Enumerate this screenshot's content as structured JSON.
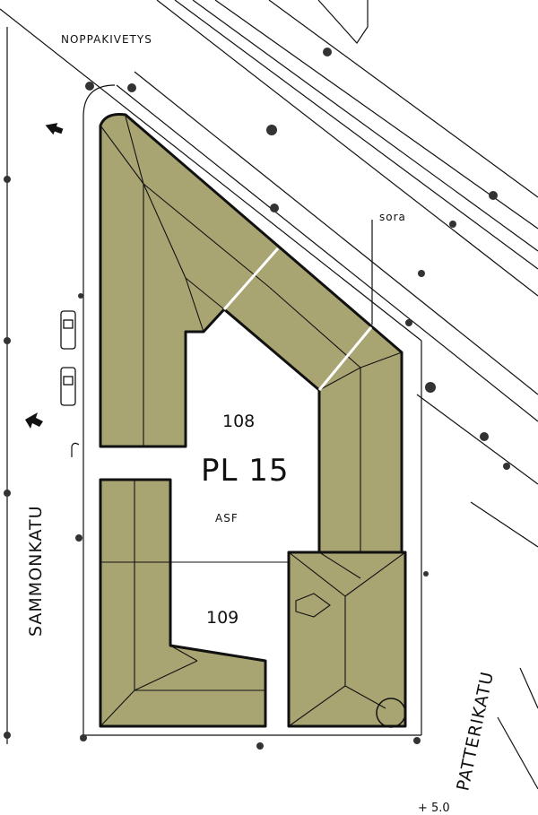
{
  "streets": {
    "noppakivetys": "NOPPAKIVETYS",
    "sammonkatu": "SAMMONKATU",
    "patterikatu": "PATTERIKATU"
  },
  "surface_label": "sora",
  "block": {
    "label": "PL 15",
    "surface": "ASF"
  },
  "lots": [
    "108",
    "109"
  ],
  "elevation": "+ 5.0",
  "colors": {
    "building_fill": "#a9a573",
    "line": "#111111",
    "background": "#ffffff"
  },
  "icons": [
    "arrow-entrance-icon",
    "arrow-entrance-icon",
    "car-icon",
    "car-icon",
    "shrub-icon"
  ]
}
